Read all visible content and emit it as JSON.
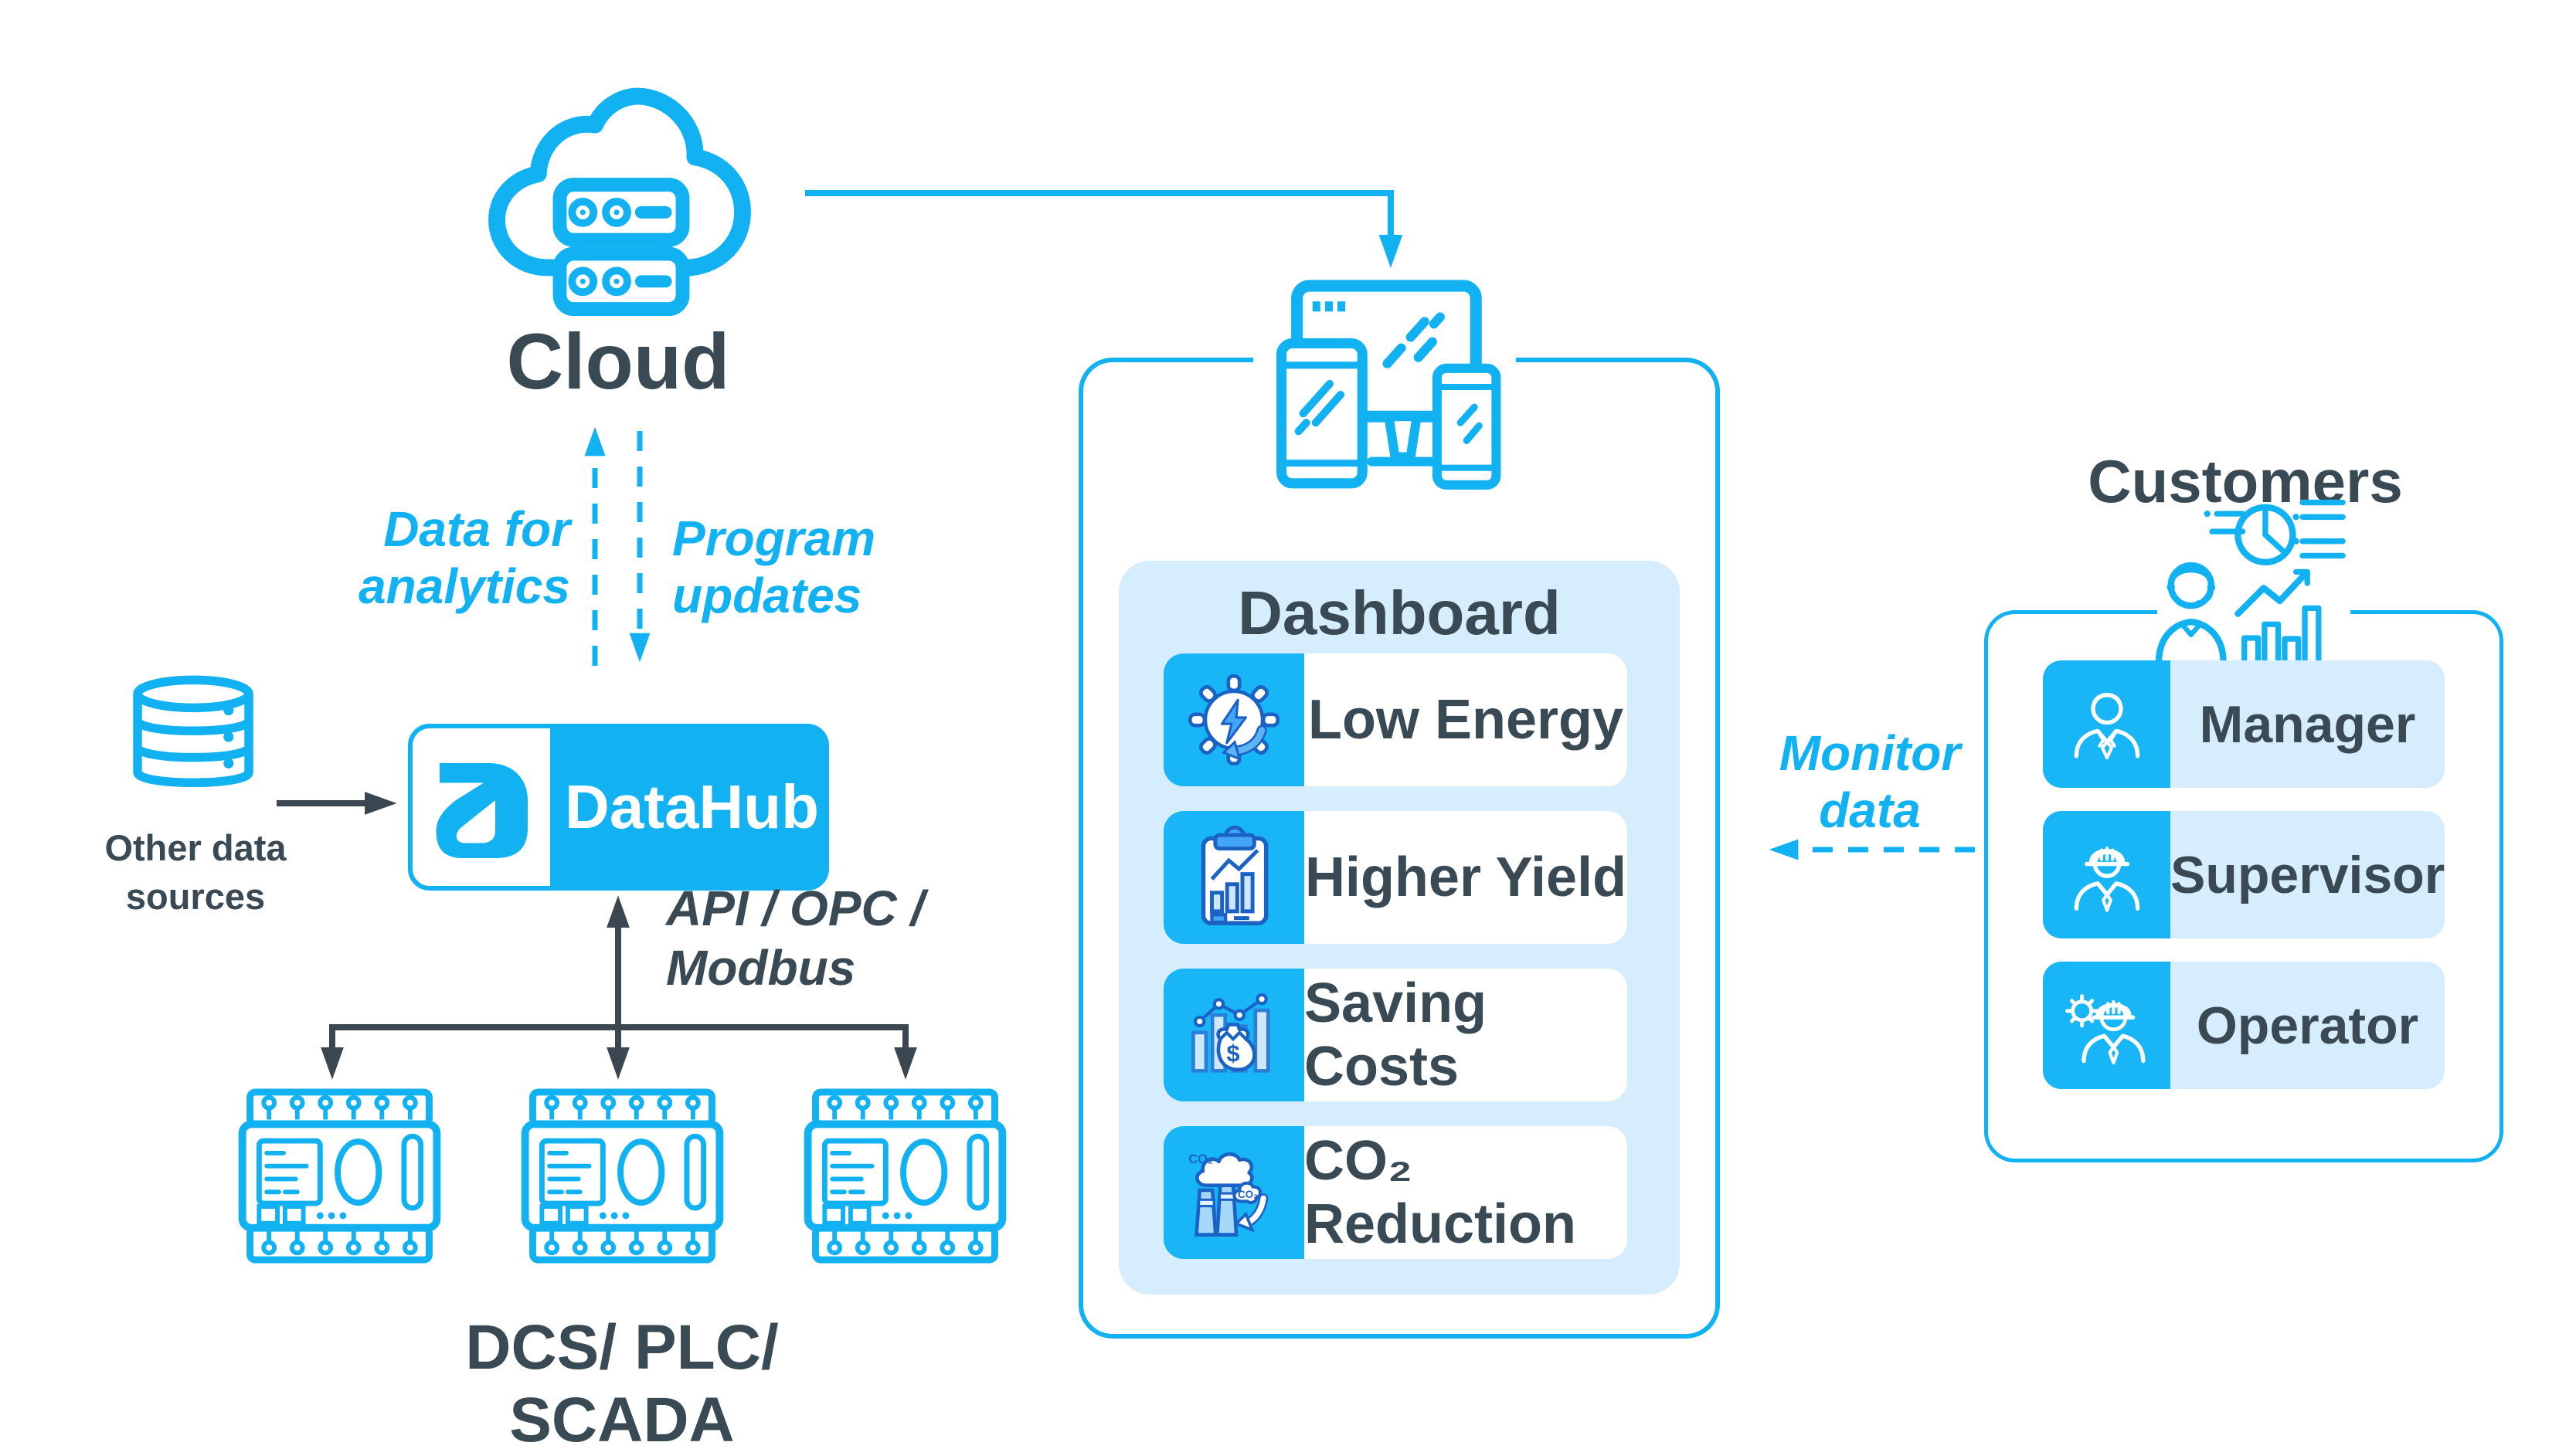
{
  "palette": {
    "cyan": "#12b2f2",
    "dark_text": "#3a4a55",
    "arrow_dark": "#3a4750",
    "panel_light_blue": "#d5edfc",
    "tile_cyan": "#18b6f6",
    "icon_navy": "#1a63c5"
  },
  "cloud": {
    "label": "Cloud",
    "icon": "cloud-servers-icon"
  },
  "flows": {
    "to_cloud": {
      "line1": "Data for",
      "line2": "analytics"
    },
    "from_cloud": {
      "line1": "Program",
      "line2": "updates"
    },
    "protocols": {
      "line1": "API / OPC /",
      "line2": "Modbus"
    },
    "monitor": {
      "line1": "Monitor",
      "line2": "data"
    }
  },
  "datahub": {
    "label": "DataHub",
    "logo": "datahub-logo"
  },
  "other_sources": {
    "line1": "Other data",
    "line2": "sources",
    "icon": "database-icon"
  },
  "field_devices": {
    "label": "DCS/ PLC/ SCADA",
    "count": 3,
    "icon": "plc-device-icon"
  },
  "dashboard": {
    "title": "Dashboard",
    "icon": "responsive-devices-icon",
    "items": [
      {
        "label": "Low Energy",
        "icon": "gear-energy-icon"
      },
      {
        "label": "Higher Yield",
        "icon": "clipboard-chart-icon"
      },
      {
        "label": "Saving Costs",
        "icon": "money-savings-icon"
      },
      {
        "label": "CO₂ Reduction",
        "icon": "co2-emissions-icon"
      }
    ]
  },
  "customers": {
    "title": "Customers",
    "icon": "analyst-customer-icon",
    "roles": [
      {
        "label": "Manager",
        "icon": "manager-icon"
      },
      {
        "label": "Supervisor",
        "icon": "supervisor-icon"
      },
      {
        "label": "Operator",
        "icon": "operator-icon"
      }
    ]
  }
}
